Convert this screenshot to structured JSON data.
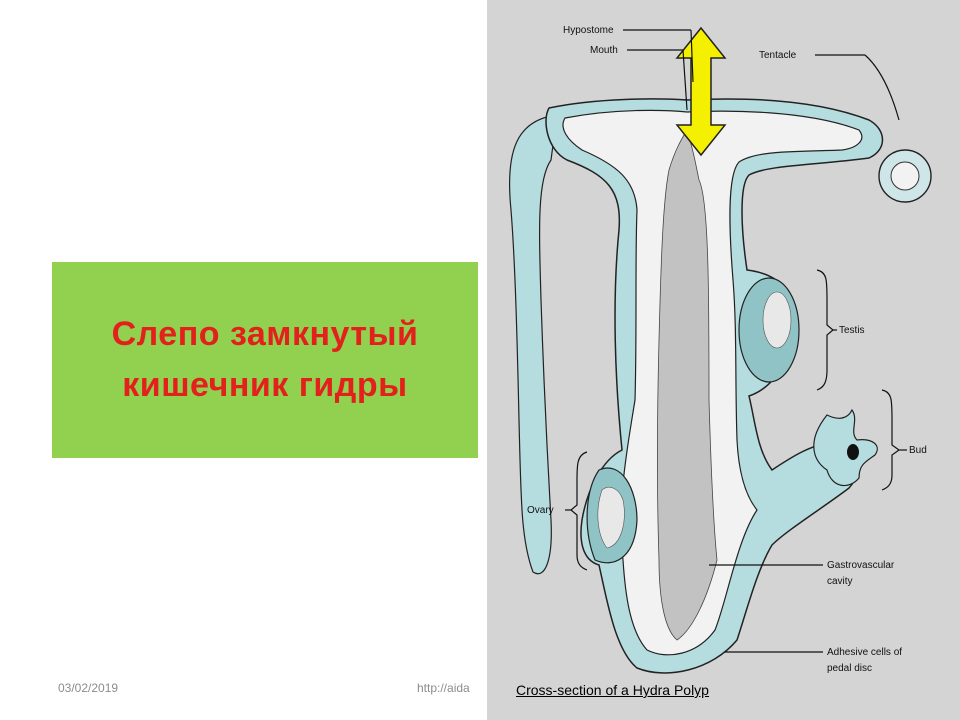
{
  "slide": {
    "title_line1": "Слепо замкнутый",
    "title_line2": "кишечник  гидры",
    "date": "03/02/2019",
    "url": "http://aida"
  },
  "diagram": {
    "caption": "Cross-section of a Hydra Polyp",
    "labels": {
      "hypostome": "Hypostome",
      "mouth": "Mouth",
      "tentacle": "Tentacle",
      "testis": "Testis",
      "bud": "Bud",
      "ovary": "Ovary",
      "cavity_line1": "Gastrovascular",
      "cavity_line2": "cavity",
      "adhesive_line1": "Adhesive cells of",
      "adhesive_line2": "pedal disc"
    },
    "colors": {
      "panel": "#d4d4d4",
      "ectoderm": "#b5dde0",
      "endoderm": "#f2f2f2",
      "arrow": "#f5f000",
      "title_box": "#92d050",
      "title_text": "#e3211c"
    },
    "arrow_icon": "double-arrow-vertical-icon"
  }
}
